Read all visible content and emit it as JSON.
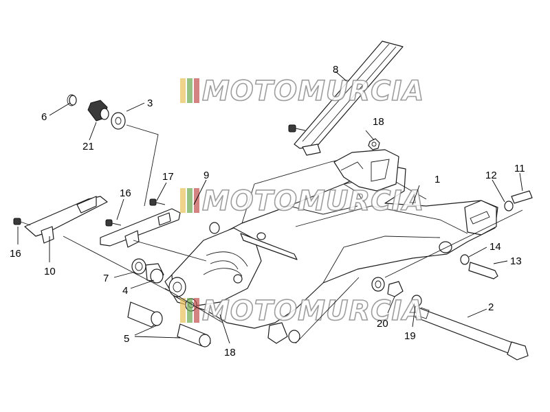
{
  "diagram": {
    "watermark_text": "MOTOMURCIA",
    "watermark_colors": [
      "#e8c15a",
      "#6aa84f",
      "#c0504d"
    ],
    "callouts": [
      "1",
      "2",
      "3",
      "4",
      "5",
      "6",
      "7",
      "8",
      "9",
      "10",
      "11",
      "12",
      "13",
      "14",
      "16",
      "16",
      "17",
      "18",
      "18",
      "19",
      "20",
      "21"
    ],
    "parts": [
      "swingarm",
      "pivot-shaft",
      "spacer-washer",
      "bearing",
      "bushing",
      "screw",
      "seal-ring",
      "chain-guide",
      "chain-guard-bracket",
      "chain-guard-plate",
      "adjuster-bolt",
      "nut",
      "pin",
      "washer",
      "screw",
      "screw",
      "nut",
      "washer",
      "flanged-bushing",
      "pivot-bushing"
    ]
  }
}
